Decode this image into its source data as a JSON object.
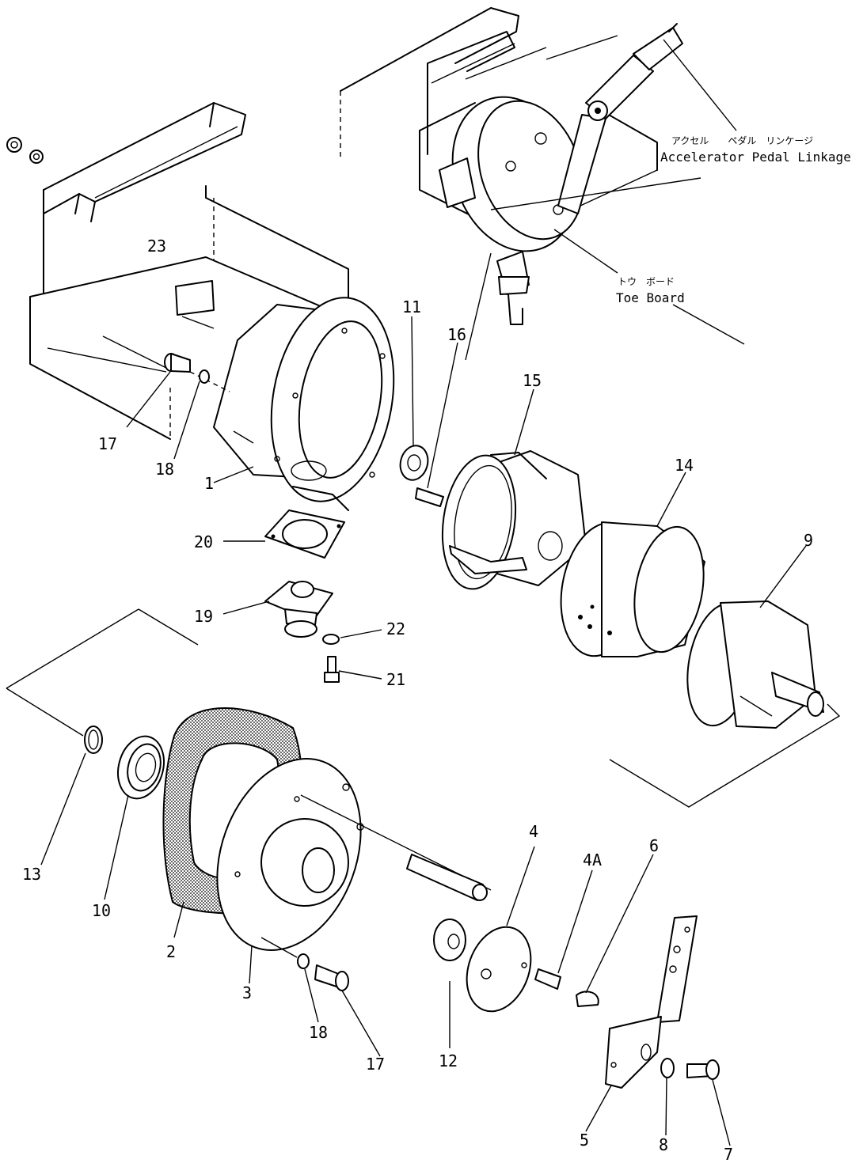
{
  "callouts": {
    "c1": "1",
    "c2": "2",
    "c3": "3",
    "c4": "4",
    "c4a": "4A",
    "c5": "5",
    "c6": "6",
    "c7": "7",
    "c8": "8",
    "c9": "9",
    "c10": "10",
    "c11": "11",
    "c12": "12",
    "c13": "13",
    "c14": "14",
    "c15": "15",
    "c16": "16",
    "c17a": "17",
    "c17b": "17",
    "c18a": "18",
    "c18b": "18",
    "c19": "19",
    "c20": "20",
    "c21": "21",
    "c22": "22",
    "c23": "23"
  },
  "annotations": {
    "accel_jp": "アクセル　　ペダル　リンケージ",
    "accel_en": "Accelerator Pedal Linkage",
    "toe_jp": "トウ　ボード",
    "toe_en": "Toe Board"
  }
}
